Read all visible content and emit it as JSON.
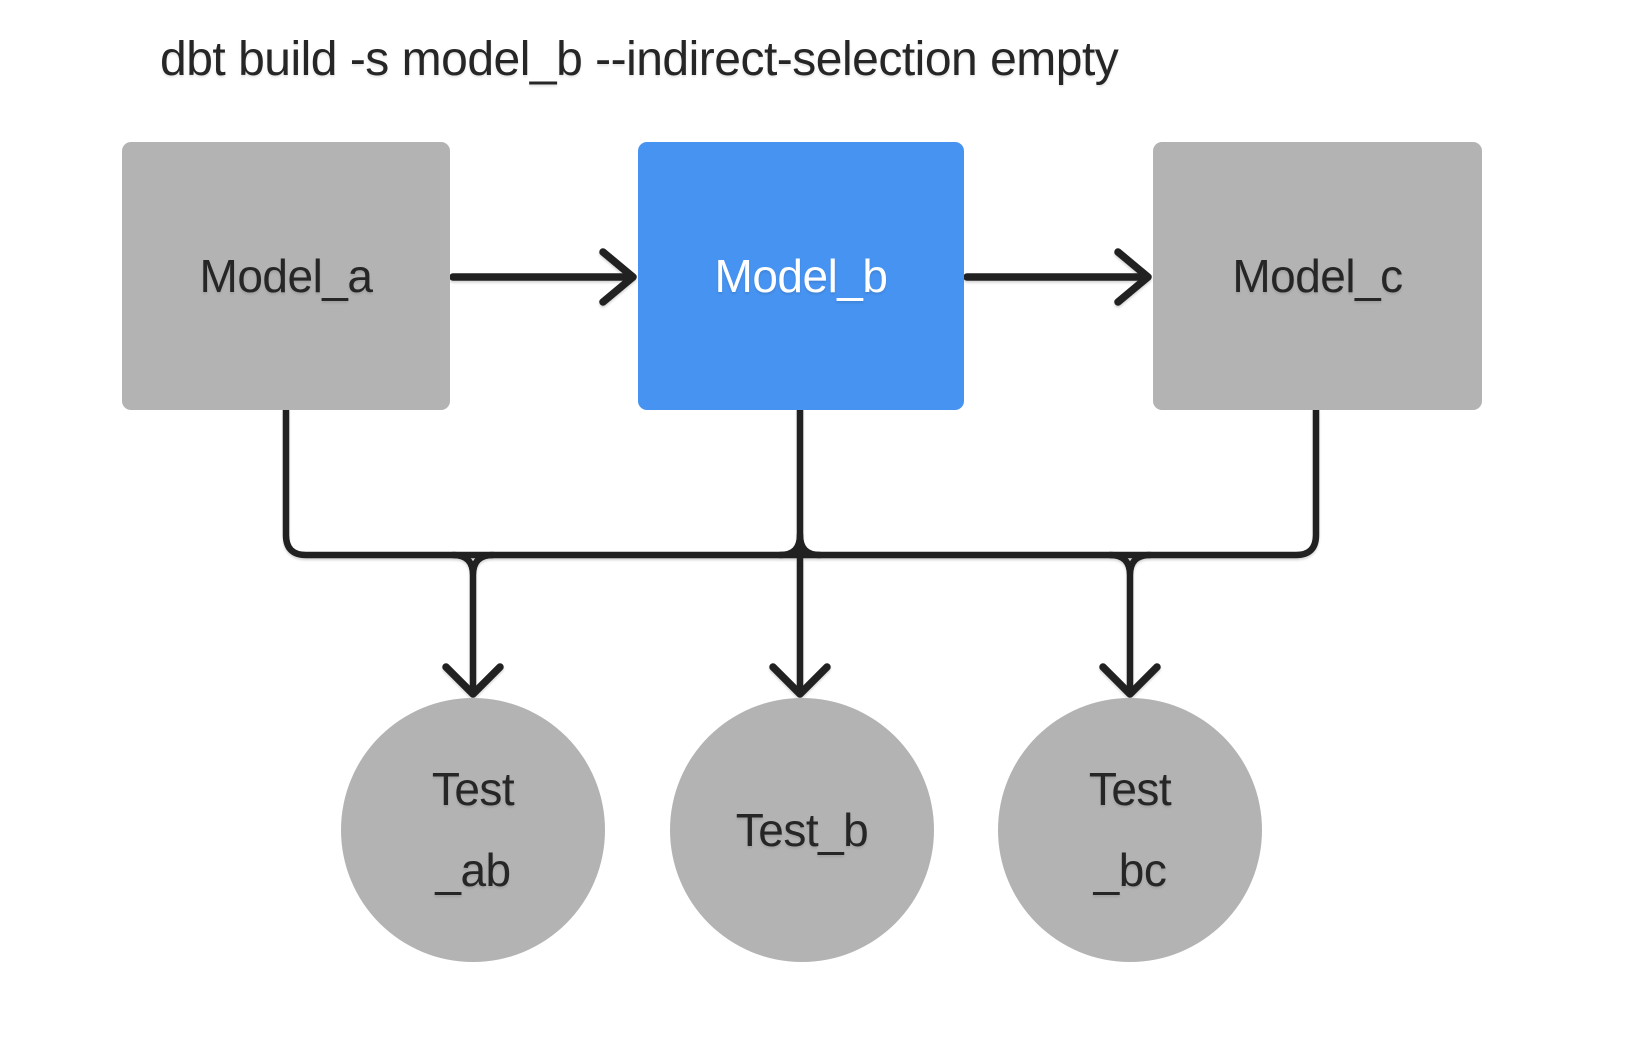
{
  "title": "dbt build -s model_b --indirect-selection empty",
  "colors": {
    "selected_node": "#4793f1",
    "unselected_node": "#b3b3b3",
    "edge": "#212121",
    "text_dark": "#262626",
    "text_on_selected": "#ffffff",
    "background": "#ffffff"
  },
  "nodes": {
    "models": [
      {
        "id": "model_a",
        "label": "Model_a",
        "state": "unselected"
      },
      {
        "id": "model_b",
        "label": "Model_b",
        "state": "selected"
      },
      {
        "id": "model_c",
        "label": "Model_c",
        "state": "unselected"
      }
    ],
    "tests": [
      {
        "id": "test_ab",
        "label_line1": "Test",
        "label_line2": "_ab",
        "state": "unselected"
      },
      {
        "id": "test_b",
        "label_line1": "Test_b",
        "label_line2": "",
        "state": "unselected"
      },
      {
        "id": "test_bc",
        "label_line1": "Test",
        "label_line2": "_bc",
        "state": "unselected"
      }
    ]
  },
  "connections": {
    "model_arrows": [
      {
        "from": "Model_a",
        "to": "Model_b"
      },
      {
        "from": "Model_b",
        "to": "Model_c"
      }
    ],
    "junction_sources": [
      "Model_a",
      "Model_b",
      "Model_c"
    ],
    "test_arrows": [
      {
        "to": "Test_ab"
      },
      {
        "to": "Test_b"
      },
      {
        "to": "Test_bc"
      }
    ]
  }
}
